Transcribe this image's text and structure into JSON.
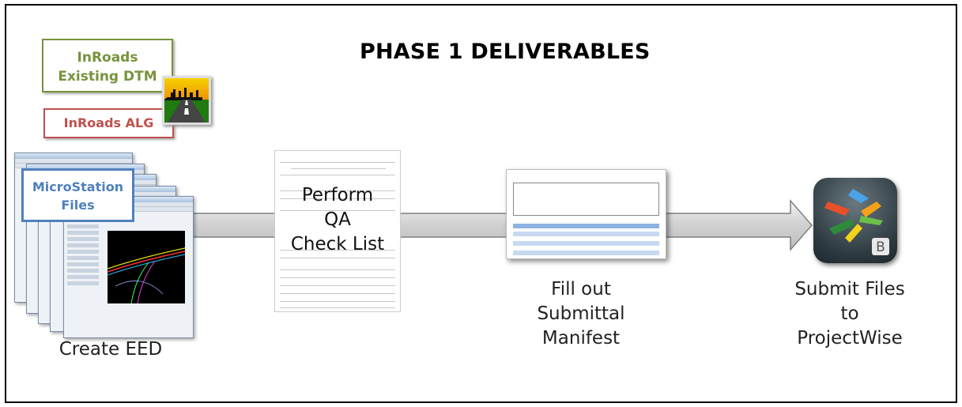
{
  "title": "PHASE 1 DELIVERABLES",
  "inroads_dtm": {
    "line1": "InRoads",
    "line2": "Existing DTM"
  },
  "inroads_alg": "InRoads ALG",
  "microstation": {
    "line1": "MicroStation",
    "line2": "Files"
  },
  "qa": {
    "line1": "Perform",
    "line2": "QA",
    "line3": "Check List"
  },
  "steps": {
    "create": "Create EED",
    "fill": {
      "line1": "Fill out",
      "line2": "Submittal",
      "line3": "Manifest"
    },
    "submit": {
      "line1": "Submit Files",
      "line2": "to",
      "line3": "ProjectWise"
    }
  },
  "colors": {
    "green": "#77933c",
    "red": "#c0504d",
    "blue": "#4f81bd",
    "arrow_fill": "#d9d9d9",
    "arrow_stroke": "#7f7f7f"
  },
  "icons": [
    "road-icon",
    "projectwise-icon"
  ]
}
